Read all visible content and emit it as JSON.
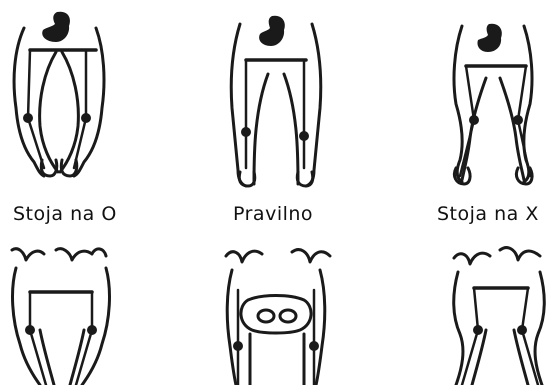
{
  "captions": [
    "Stoja na O",
    "Pravilno",
    "Stoja na X"
  ],
  "colors": {
    "ink": "#111111",
    "limb": "#1a1a1a",
    "background": "#ffffff"
  }
}
